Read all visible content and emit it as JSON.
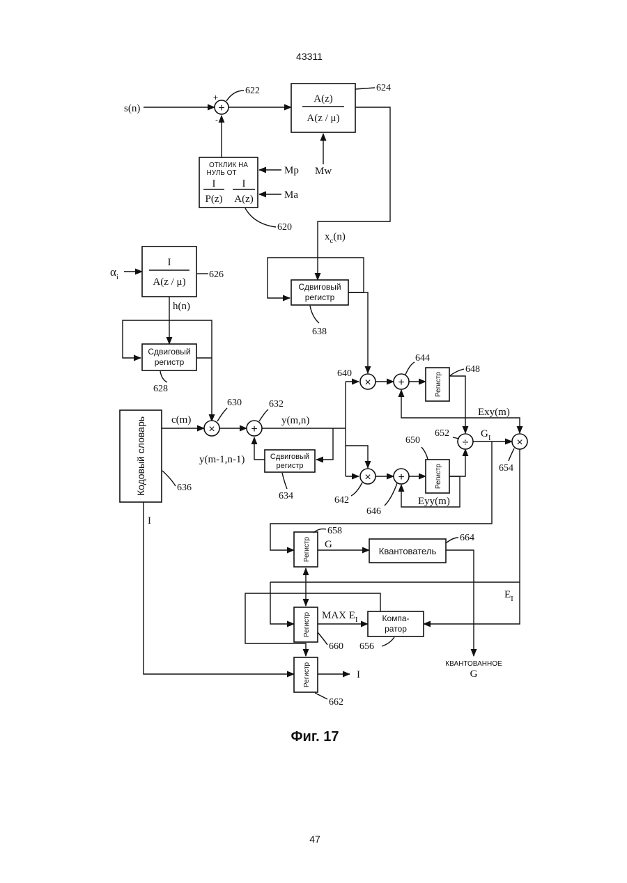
{
  "page": {
    "doc_number": "43311",
    "page_number": "47"
  },
  "figure": {
    "caption": "Фиг. 17"
  },
  "signals": {
    "s_n": "s(n)",
    "plus": "+",
    "minus": "-",
    "mp": "Mp",
    "ma": "Ma",
    "mw": "Mw",
    "xc_n": "x",
    "xc_sub": "c",
    "xc_tail": "(n)",
    "alpha": "α",
    "alpha_sub": "i",
    "h_n": "h(n)",
    "c_m": "c(m)",
    "y_mn": "y(m,n)",
    "y_prev": "y(m-1,n-1)",
    "exy": "Exy(m)",
    "eyy": "Eyy(m)",
    "g_i": "G",
    "g_i_sub": "I",
    "g": "G",
    "max_e": "MAX E",
    "max_e_sub": "I",
    "e_i": "E",
    "e_i_sub": "I",
    "i_cb": "I",
    "i_out": "I",
    "quantized": "КВАНТОВАННОЕ",
    "quantized_g": "G"
  },
  "blocks": {
    "weight_num": "A(z)",
    "weight_den": "A(z / μ)",
    "zir_title1": "ОТКЛИК  НА",
    "zir_title2": "НУЛЬ ОТ",
    "zir_num1": "I",
    "zir_den1": "P(z)",
    "zir_num2": "I",
    "zir_den2": "A(z)",
    "synth_num": "I",
    "synth_den": "A(z / μ)",
    "shift_label1": "Сдвиговый",
    "shift_label2": "регистр",
    "shift_small1": "Сдвиговый",
    "shift_small2": "регистр",
    "codebook": "Кодовый словарь",
    "register": "Регистр",
    "quantizer": "Квантователь",
    "comparator1": "Компа-",
    "comparator2": "ратор",
    "mult": "×",
    "add": "+",
    "div": "÷"
  },
  "refs": {
    "r620": "620",
    "r622": "622",
    "r624": "624",
    "r626": "626",
    "r628": "628",
    "r630": "630",
    "r632": "632",
    "r634": "634",
    "r636": "636",
    "r638": "638",
    "r640": "640",
    "r642": "642",
    "r644": "644",
    "r646": "646",
    "r648": "648",
    "r650": "650",
    "r652": "652",
    "r654": "654",
    "r656": "656",
    "r658": "658",
    "r660": "660",
    "r662": "662",
    "r664": "664"
  }
}
